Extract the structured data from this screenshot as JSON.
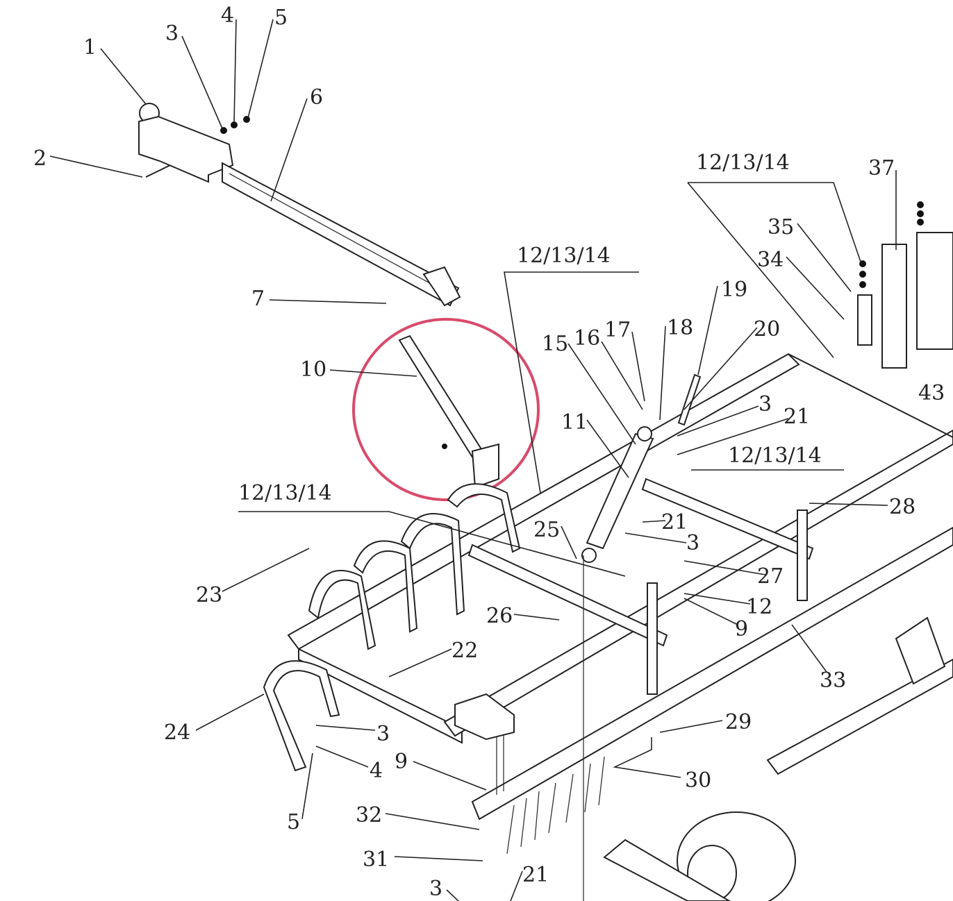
{
  "diagram": {
    "title": "Exploded parts diagram - chisel plow / field cultivator frame",
    "highlight_color": "#d94a6a",
    "labels": [
      "1",
      "3",
      "4",
      "5",
      "6",
      "2",
      "7",
      "10",
      "12/13/14",
      "12/13/14",
      "37",
      "35",
      "34",
      "19",
      "15",
      "16",
      "17",
      "18",
      "20",
      "43",
      "3",
      "21",
      "11",
      "12/13/14",
      "12/13/14",
      "28",
      "21",
      "25",
      "3",
      "27",
      "23",
      "12",
      "9",
      "26",
      "22",
      "33",
      "24",
      "29",
      "3",
      "9",
      "4",
      "30",
      "32",
      "5",
      "31",
      "21",
      "3"
    ]
  }
}
